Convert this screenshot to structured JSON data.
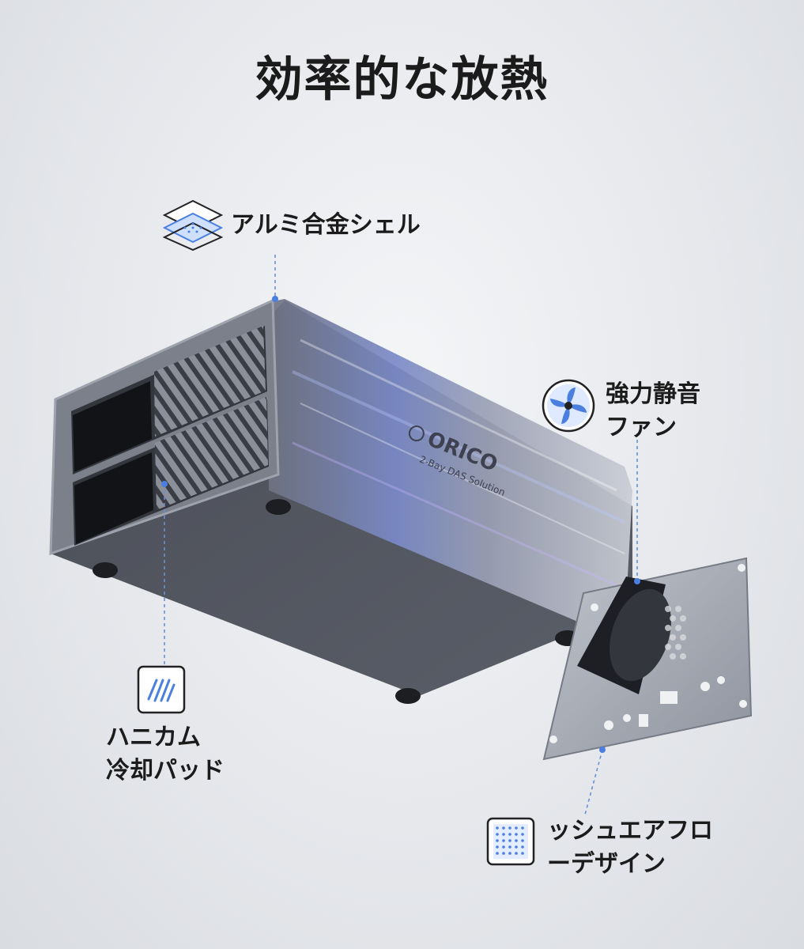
{
  "title": "効率的な放熱",
  "callouts": {
    "shell": {
      "label": "アルミ合金シェル",
      "icon": "layers-icon"
    },
    "fan": {
      "line1": "強力静音",
      "line2": "ファン",
      "icon": "fan-icon"
    },
    "pad": {
      "line1": "ハニカム",
      "line2": "冷却パッド",
      "icon": "honeycomb-pad-icon"
    },
    "mesh": {
      "line1": "ッシュエアフロ",
      "line2": "ーデザイン",
      "icon": "mesh-grid-icon"
    }
  },
  "product": {
    "brand": "ORICO",
    "subtitle": "2-Bay DAS Solution"
  },
  "colors": {
    "accent": "#4a7fe0",
    "enclosure": "#5d6068",
    "text": "#1b1b1b"
  }
}
